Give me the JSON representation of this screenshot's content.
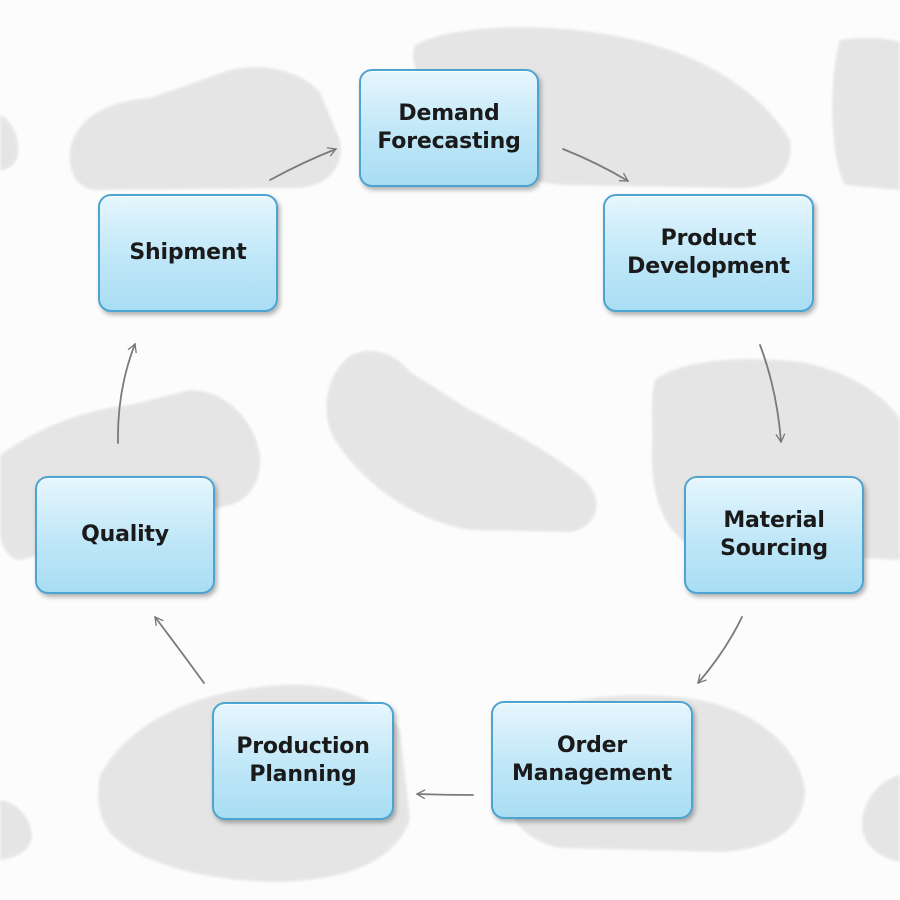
{
  "diagram": {
    "type": "cycle",
    "steps": [
      {
        "id": "demand",
        "label": "Demand\nForecasting"
      },
      {
        "id": "product",
        "label": "Product\nDevelopment"
      },
      {
        "id": "material",
        "label": "Material\nSourcing"
      },
      {
        "id": "order",
        "label": "Order\nManagement"
      },
      {
        "id": "production",
        "label": "Production\nPlanning"
      },
      {
        "id": "quality",
        "label": "Quality"
      },
      {
        "id": "shipment",
        "label": "Shipment"
      }
    ],
    "connections": [
      {
        "from": "demand",
        "to": "product"
      },
      {
        "from": "product",
        "to": "material"
      },
      {
        "from": "material",
        "to": "order"
      },
      {
        "from": "order",
        "to": "production"
      },
      {
        "from": "production",
        "to": "quality"
      },
      {
        "from": "quality",
        "to": "shipment"
      },
      {
        "from": "shipment",
        "to": "demand"
      }
    ],
    "colors": {
      "node_border": "#4ea4d0",
      "node_fill": "#bfe7f8",
      "arrow": "#7a7a7a",
      "text": "#1a1a1a"
    },
    "background": {
      "description": "faded-shoe-photos",
      "icons": [
        "shoe-icon"
      ]
    }
  }
}
